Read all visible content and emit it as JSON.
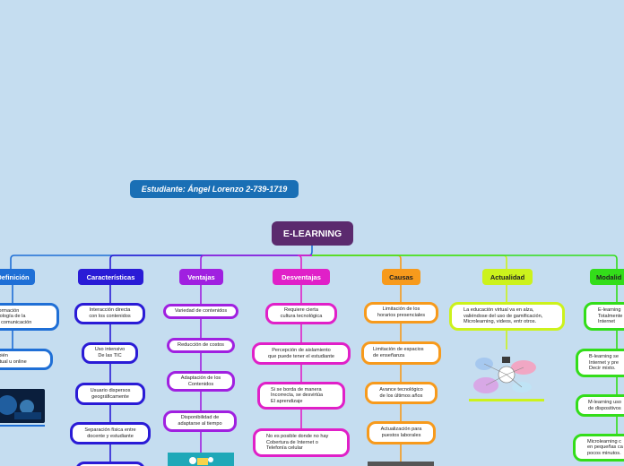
{
  "student": "Estudiante: Ángel Lorenzo 2-739-1719",
  "root": "E-LEARNING",
  "categories": {
    "definicion": {
      "label": "Definición",
      "color": "#1f6fd6"
    },
    "caracteristicas": {
      "label": "Características",
      "color": "#2a1bd6"
    },
    "ventajas": {
      "label": "Ventajas",
      "color": "#a020e0"
    },
    "desventajas": {
      "label": "Desventajas",
      "color": "#e020c8"
    },
    "causas": {
      "label": "Causas",
      "color": "#f79a1c"
    },
    "actualidad": {
      "label": "Actualidad",
      "color": "#ccf21c"
    },
    "modalidades": {
      "label": "Modalid",
      "color": "#33dd1a"
    }
  },
  "nodes": {
    "def1": "de formación\n tecnología de la\nón y comunicación",
    "def2": " también\nn virtual u online",
    "car1": "Interacción directa\ncon los contenidos",
    "car2": "Uso intensivo\nDe las TIC",
    "car3": "Usuario dispersos\ngeográficamente",
    "car4": "Separación física entre\ndocente y estudiante",
    "ven1": "Variedad de contenidos",
    "ven2": "Reducción de costos",
    "ven3": "Adaptación de los\nContenidos",
    "ven4": "Disponibilidad de\nadaptarse al tiempo",
    "des1": "Requiere cierta\ncultura tecnológica",
    "des2": "Percepción de aislamiento\nque puede tener el estudiante",
    "des3": "Si se borda de manera\nIncorrecta, se desvirtúa\nEl aprendizaje",
    "des4": "No es posible donde no hay\nCobertura de Internet o\nTelefonía celular",
    "cau1": "Limitación de los\nhorarios presenciales",
    "cau2": "Limitación de espacios\nde enseñanza",
    "cau3": "Avance tecnológico\nde los últimos años",
    "cau4": "Actualización para\npuestos laborales",
    "act1": "La educación virtual va en alza,\nvaliéndose del uso de gamificación,\nMicrolearning, videos, entr otros.",
    "mod1": "E-learning\nTotalmente\nInternet",
    "mod2": "B-learning se\nInternet y pre\nDecir mixto.",
    "mod3": "M-learning uso\nde dispositivos",
    "mod4": "Microlearning c\nen pequeñas ca\npocos minutos."
  }
}
